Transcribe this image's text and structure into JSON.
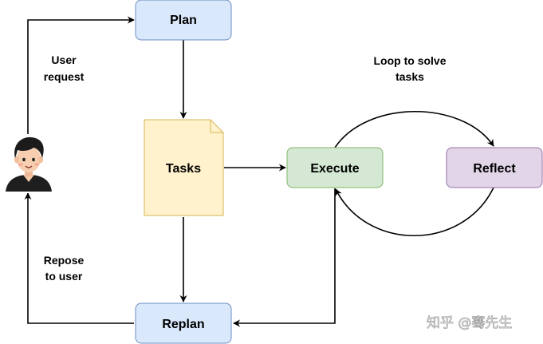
{
  "nodes": {
    "plan": {
      "label": "Plan",
      "fill": "#dae8fc",
      "stroke": "#6c8ebf"
    },
    "tasks": {
      "label": "Tasks",
      "fill": "#fff2cc",
      "stroke": "#d6b656"
    },
    "execute": {
      "label": "Execute",
      "fill": "#d5e8d4",
      "stroke": "#82b366"
    },
    "reflect": {
      "label": "Reflect",
      "fill": "#e1d5e7",
      "stroke": "#9673a6"
    },
    "replan": {
      "label": "Replan",
      "fill": "#dae8fc",
      "stroke": "#6c8ebf"
    }
  },
  "edge_labels": {
    "user_request": [
      "User",
      "request"
    ],
    "loop": [
      "Loop to solve",
      "tasks"
    ],
    "repose": [
      "Repose",
      "to user"
    ]
  },
  "actor_icon": "user-avatar-icon",
  "watermark": "知乎 @骞先生"
}
